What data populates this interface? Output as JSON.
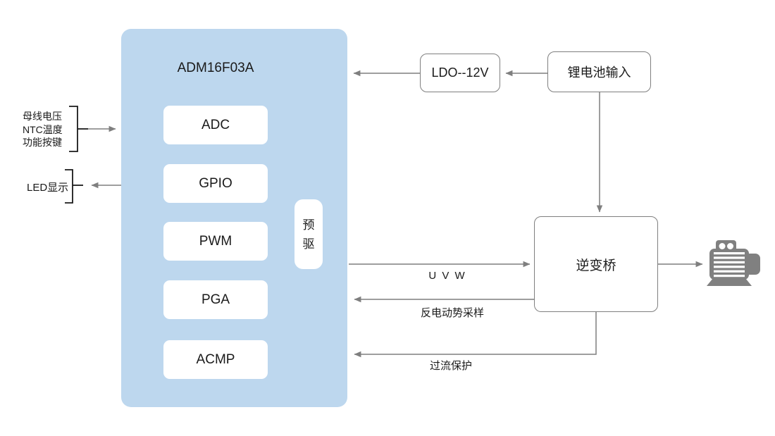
{
  "diagram": {
    "chip": {
      "title": "ADM16F03A",
      "modules": [
        "ADC",
        "GPIO",
        "PWM",
        "PGA",
        "ACMP"
      ],
      "predriver_label": "预驱"
    },
    "blocks": {
      "ldo_label": "LDO--12V",
      "battery_label": "锂电池输入",
      "inverter_label": "逆变桥"
    },
    "io": {
      "input_signals": [
        "母线电压",
        "NTC温度",
        "功能按键"
      ],
      "led_label": "LED显示"
    },
    "connection_labels": {
      "uvw": "U V W",
      "back_emf": "反电动势采样",
      "overcurrent": "过流保护"
    },
    "icons": {
      "motor": "motor-icon"
    },
    "colors": {
      "chip_bg": "#BDD7EE",
      "line_gray": "#7F7F7F",
      "text_dark": "#1A1A1A",
      "motor_gray": "#808080"
    }
  }
}
